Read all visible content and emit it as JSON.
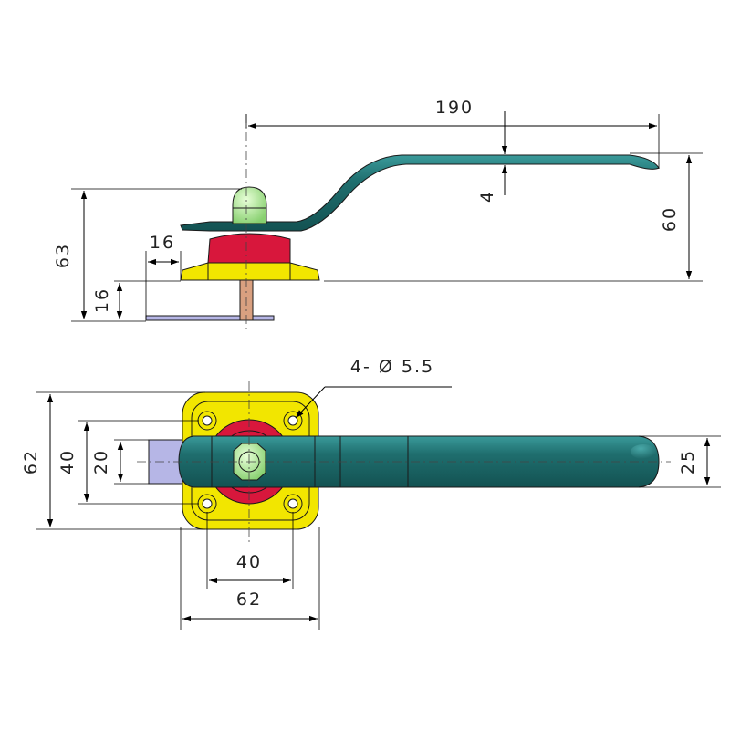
{
  "dimensions": {
    "length_190": "190",
    "thickness_4": "4",
    "height_60": "60",
    "height_63": "63",
    "offset_16_h": "16",
    "offset_16_v": "16",
    "holes": "4- Ø 5.5",
    "height_62": "62",
    "height_40": "40",
    "height_20": "20",
    "width_25": "25",
    "width_40": "40",
    "width_62": "62"
  },
  "colors": {
    "handle": "#1f6e6e",
    "handle_highlight": "#3aa0a0",
    "base_plate": "#f2e600",
    "seal_ring": "#d8173c",
    "nut": "#b8f0a0",
    "shaft": "#d9a080",
    "latch_tongue": "#b6b6e6"
  }
}
